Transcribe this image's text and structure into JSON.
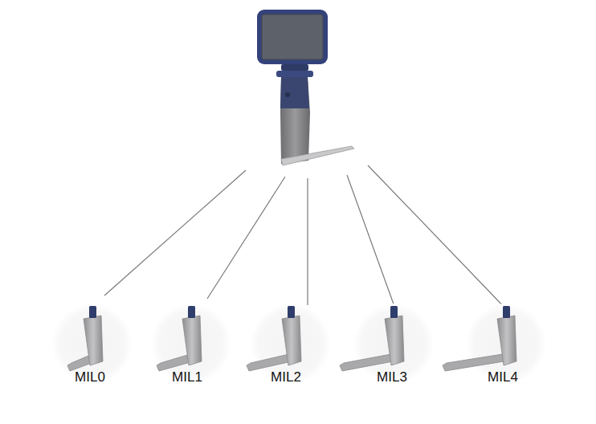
{
  "diagram": {
    "labels": [
      "MIL0",
      "MIL1",
      "MIL2",
      "MIL3",
      "MIL4"
    ]
  }
}
